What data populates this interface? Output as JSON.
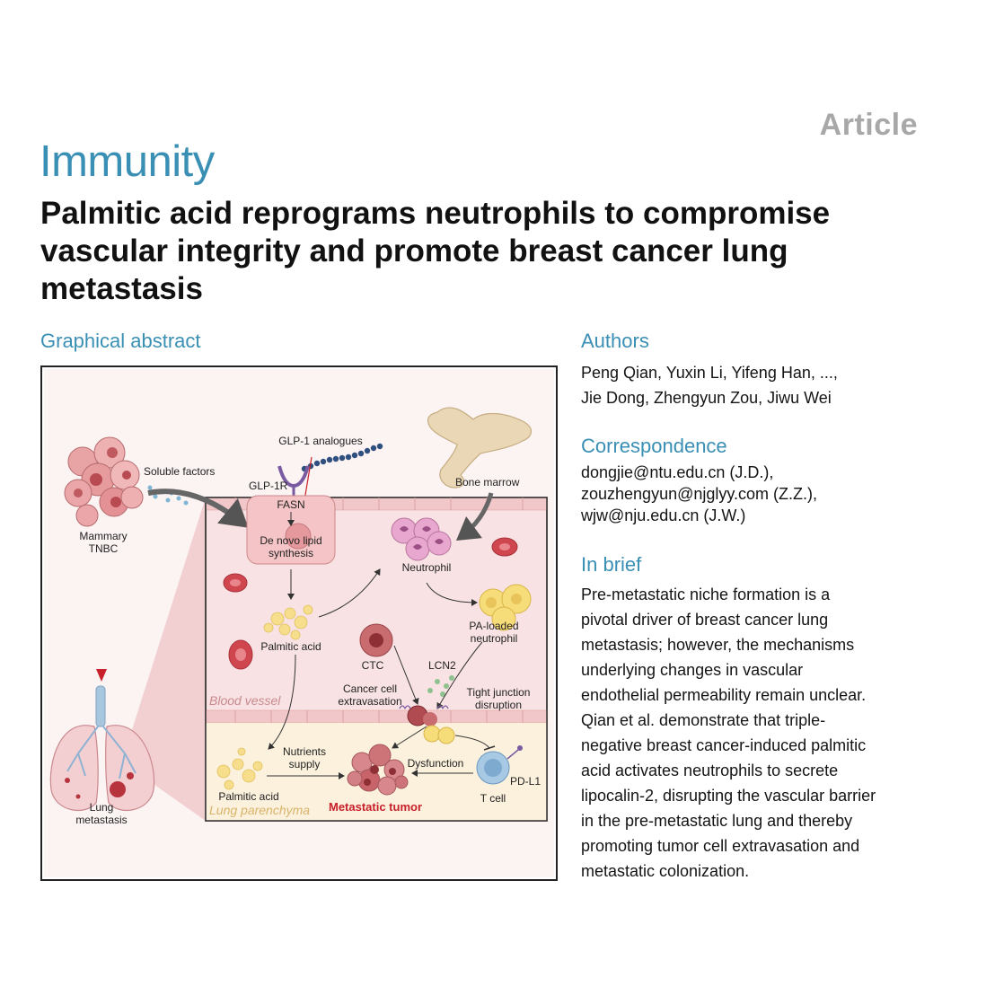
{
  "header": {
    "article_type": "Article",
    "journal": "Immunity",
    "title": "Palmitic acid reprograms neutrophils to compromise vascular integrity and promote breast cancer lung metastasis"
  },
  "graphical_abstract": {
    "heading": "Graphical abstract",
    "labels": {
      "glp1_analogues": "GLP-1 analogues",
      "soluble_factors": "Soluble factors",
      "glp1r": "GLP-1R",
      "fasn": "FASN",
      "de_novo_1": "De novo lipid",
      "de_novo_2": "synthesis",
      "bone_marrow": "Bone marrow",
      "mammary_1": "Mammary",
      "mammary_2": "TNBC",
      "neutrophil": "Neutrophil",
      "pa_loaded_1": "PA-loaded",
      "pa_loaded_2": "neutrophil",
      "palmitic_acid_top": "Palmitic acid",
      "ctc": "CTC",
      "lcn2": "LCN2",
      "extrav_1": "Cancer cell",
      "extrav_2": "extravasation",
      "tight_1": "Tight junction",
      "tight_2": "disruption",
      "blood_vessel": "Blood vessel",
      "nutrients_1": "Nutrients",
      "nutrients_2": "supply",
      "dysfunction": "Dysfunction",
      "pdl1": "PD-L1",
      "tcell": "T cell",
      "palmitic_acid_bottom": "Palmitic acid",
      "lung_parenchyma": "Lung parenchyma",
      "metastatic_tumor": "Metastatic tumor",
      "lung_1": "Lung",
      "lung_2": "metastasis"
    }
  },
  "authors": {
    "heading": "Authors",
    "line1": "Peng Qian, Yuxin Li, Yifeng Han, ...,",
    "line2": "Jie Dong, Zhengyun Zou, Jiwu Wei"
  },
  "correspondence": {
    "heading": "Correspondence",
    "email1": "dongjie@ntu.edu.cn (J.D.),",
    "email2": "zouzhengyun@njglyy.com (Z.Z.),",
    "email3": "wjw@nju.edu.cn (J.W.)"
  },
  "in_brief": {
    "heading": "In brief",
    "lines": [
      "Pre-metastatic niche formation is a",
      "pivotal driver of breast cancer lung",
      "metastasis; however, the mechanisms",
      "underlying changes in vascular",
      "endothelial permeability remain unclear.",
      "Qian et al. demonstrate that triple-",
      "negative breast cancer-induced palmitic",
      "acid activates neutrophils to secrete",
      "lipocalin-2, disrupting the vascular barrier",
      "in the pre-metastatic lung and thereby",
      "promoting tumor cell extravasation and",
      "metastatic colonization."
    ]
  },
  "colors": {
    "accent": "#3a8fb5",
    "article_tag": "#a8a8a8",
    "vessel": "#f7dfe0",
    "parenchyma": "#fbf1dc",
    "tumor_label": "#c8202a"
  }
}
